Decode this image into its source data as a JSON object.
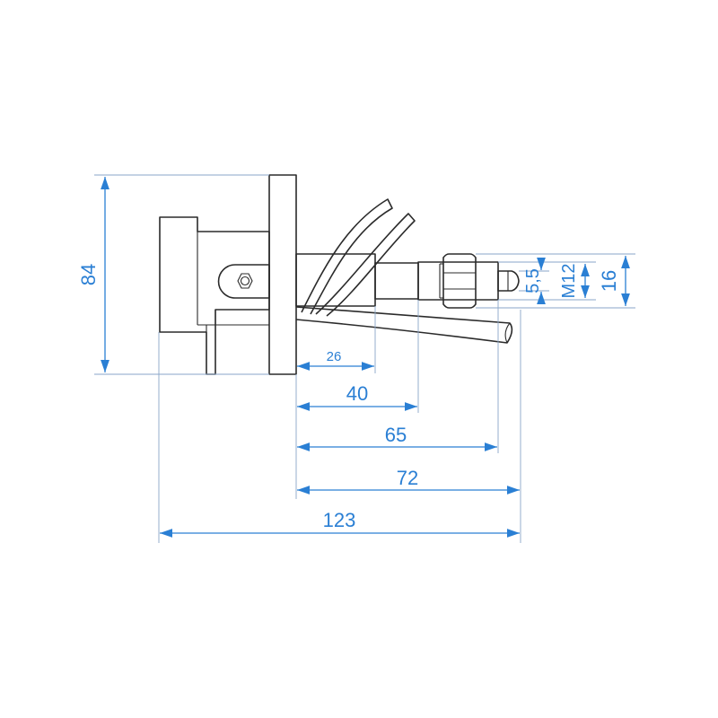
{
  "colors": {
    "dimension": "#2a7fd4",
    "extension": "#8aa6c8",
    "outline": "#2b2b2b"
  },
  "dimensions": {
    "height_84": "84",
    "len_26": "26",
    "len_40": "40",
    "len_65": "65",
    "len_72": "72",
    "len_123": "123",
    "dia_5_5": "5,5",
    "thread_m12": "M12",
    "dia_16": "16"
  }
}
